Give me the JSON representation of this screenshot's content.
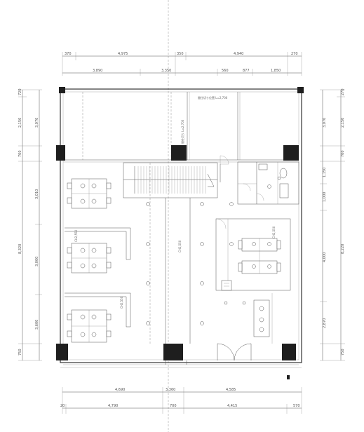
{
  "dimensions": {
    "top_outer": [
      "370",
      "4,975",
      "350",
      "4,940",
      "270"
    ],
    "top_inner": [
      "3,890",
      "3,350",
      "560",
      "877",
      "1,850"
    ],
    "bottom_inner": [
      "4,690",
      "3,360",
      "4,585"
    ],
    "bottom_outer": [
      "20",
      "4,790",
      "700",
      "4,415",
      "570"
    ],
    "left_outer": [
      "720",
      "2,150",
      "700",
      "8,320",
      "750"
    ],
    "left_inner": [
      "3,070",
      "3,010",
      "3,000",
      "3,600"
    ],
    "right_inner": [
      "3,070",
      "1,150",
      "1,000",
      "4,000",
      "2,870"
    ],
    "right_outer": [
      "270",
      "2,150",
      "700",
      "8,220",
      "750"
    ]
  },
  "room_labels": {
    "ceiling_height_center": "CH2,550",
    "ceiling_height_left": "CH2,550",
    "ceiling_height_left2": "CH2,550",
    "ceiling_height_right": "CH2,550",
    "top_note_a": "間仕切り位置 L=2,700",
    "top_note_b": "間仕切り L=2,700"
  }
}
